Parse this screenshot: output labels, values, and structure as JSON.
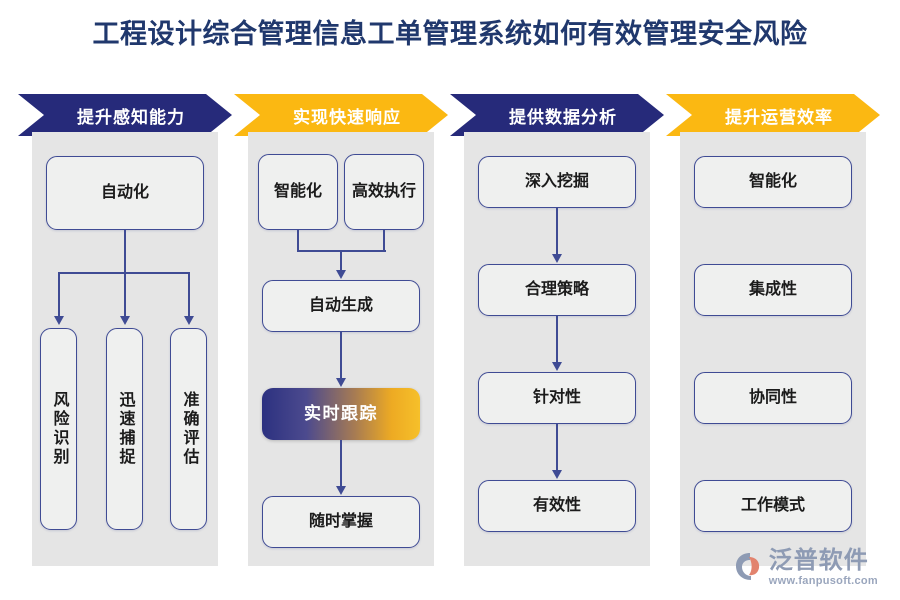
{
  "title": "工程设计综合管理信息工单管理系统如何有效管理安全风险",
  "theme": {
    "navy": "#262a7a",
    "amber": "#fbb812",
    "title_color": "#20386d",
    "panel_bg": "#e5e5e5",
    "node_bg": "#eff0ef",
    "node_border": "#3f4b94",
    "gradient_from": "#2c3180",
    "gradient_to": "#f6c02a",
    "page_bg": "#ffffff"
  },
  "columns": [
    {
      "id": "col-1",
      "banner": "提升感知能力",
      "banner_color": "navy",
      "head_node": "自动化",
      "leaf_nodes": [
        "风险识别",
        "迅速捕捉",
        "准确评估"
      ]
    },
    {
      "id": "col-2",
      "banner": "实现快速响应",
      "banner_color": "amber",
      "top_nodes": [
        "智能化",
        "高效执行"
      ],
      "chain_nodes": [
        "自动生成",
        "实时跟踪",
        "随时掌握"
      ],
      "highlight_node": "实时跟踪"
    },
    {
      "id": "col-3",
      "banner": "提供数据分析",
      "banner_color": "navy",
      "chain_nodes": [
        "深入挖掘",
        "合理策略",
        "针对性",
        "有效性"
      ]
    },
    {
      "id": "col-4",
      "banner": "提升运营效率",
      "banner_color": "amber",
      "list_nodes": [
        "智能化",
        "集成性",
        "协同性",
        "工作模式"
      ]
    }
  ],
  "watermarks": [
    "泛普软件",
    "泛普软件"
  ],
  "brand": {
    "name": "泛普软件",
    "url": "www.fanpusoft.com"
  }
}
